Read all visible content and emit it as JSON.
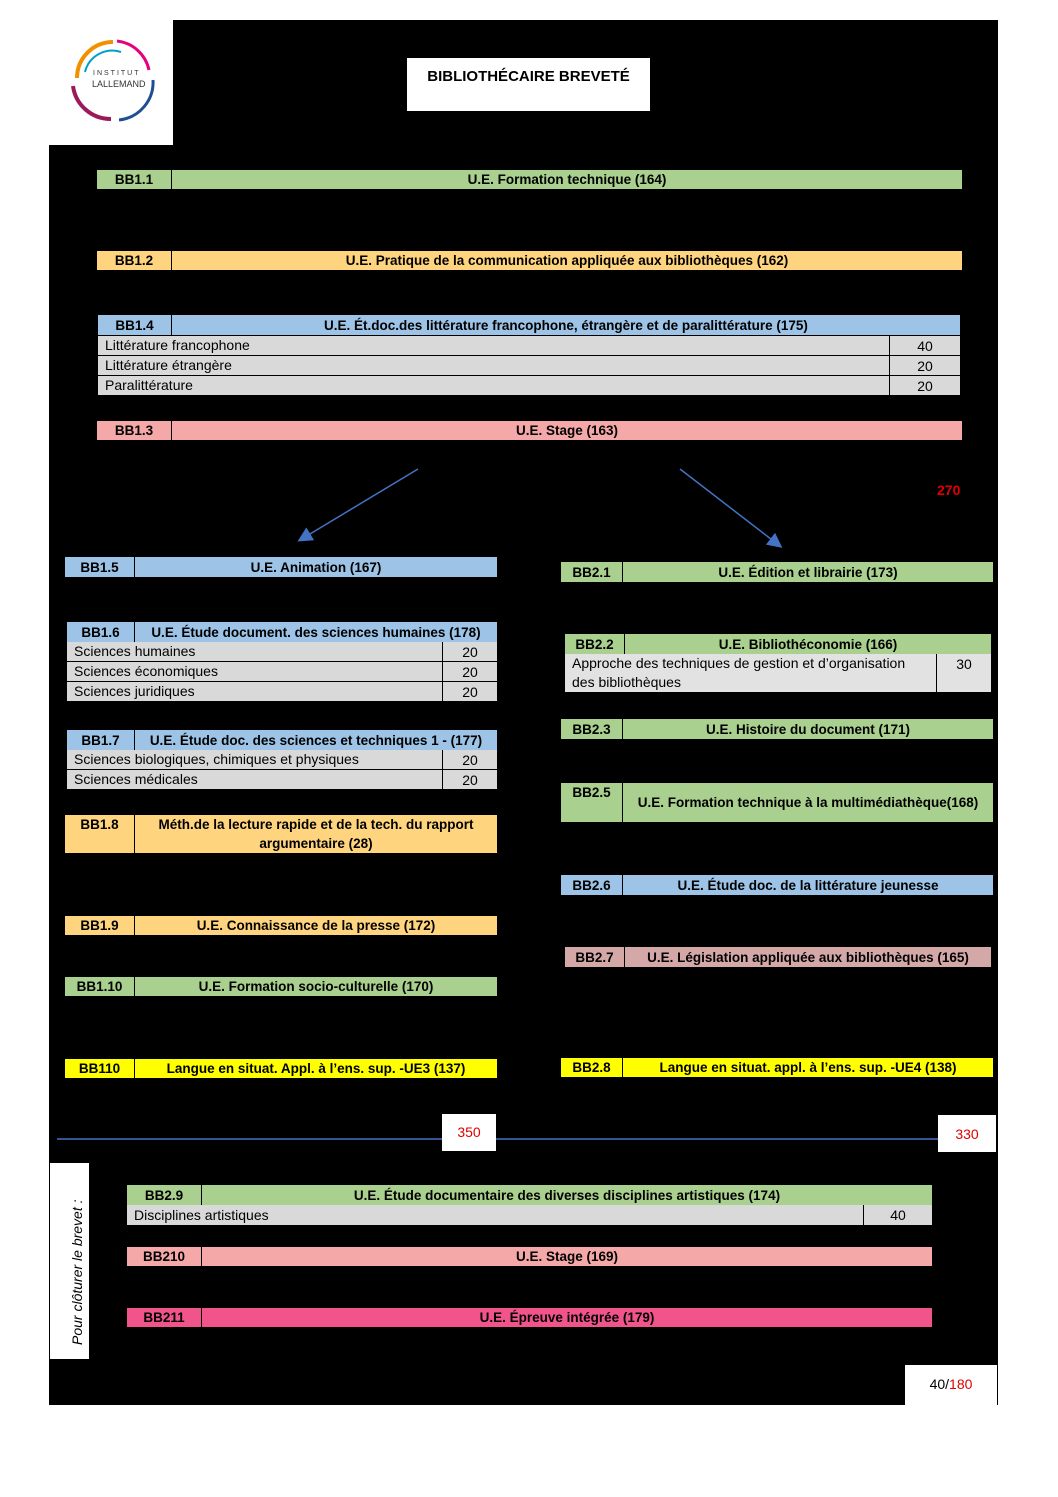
{
  "logo": {
    "line1": "INSTITUT",
    "line2": "LALLEMAND"
  },
  "page_title": "BIBLIOTHÉCAIRE BREVETÉ",
  "first_year": [
    {
      "code": "BB1.1",
      "title": "U.E. Formation technique (164)"
    },
    {
      "code": "BB1.2",
      "title": "U.E. Pratique de la communication appliquée aux bibliothèques (162)"
    },
    {
      "code": "BB1.4",
      "title": "U.E. Ét.doc.des littérature francophone, étrangère et de paralittérature (175)",
      "rows": [
        {
          "label": "Littérature francophone",
          "value": "40"
        },
        {
          "label": "Littérature étrangère",
          "value": "20"
        },
        {
          "label": "Paralittérature",
          "value": "20"
        }
      ]
    },
    {
      "code": "BB1.3",
      "title": "U.E. Stage (163)"
    }
  ],
  "total_mid": "270",
  "left_column": [
    {
      "code": "BB1.5",
      "title": "U.E. Animation (167)"
    },
    {
      "code": "BB1.6",
      "title": "U.E. Étude document. des sciences humaines (178)",
      "rows": [
        {
          "label": "Sciences humaines",
          "value": "20"
        },
        {
          "label": "Sciences économiques",
          "value": "20"
        },
        {
          "label": "Sciences juridiques",
          "value": "20"
        }
      ]
    },
    {
      "code": "BB1.7",
      "title": "U.E. Étude doc. des sciences et techniques 1 - (177)",
      "rows": [
        {
          "label": "Sciences biologiques, chimiques et physiques",
          "value": "20"
        },
        {
          "label": "Sciences médicales",
          "value": "20"
        }
      ]
    },
    {
      "code": "BB1.8",
      "title": "Méth.de la lecture rapide et de la tech. du rapport argumentaire (28)"
    },
    {
      "code": "BB1.9",
      "title": "U.E. Connaissance de la presse (172)"
    },
    {
      "code": "BB1.10",
      "title": "U.E. Formation socio-culturelle (170)"
    },
    {
      "code": "BB110",
      "title": "Langue en situat. Appl. à l’ens. sup. -UE3 (137)"
    }
  ],
  "right_column": [
    {
      "code": "BB2.1",
      "title": "U.E. Édition et librairie (173)"
    },
    {
      "code": "BB2.2",
      "title": "U.E. Bibliothéconomie (166)",
      "rows": [
        {
          "label": "Approche des techniques de gestion et d’organisation des bibliothèques",
          "value": "30"
        }
      ]
    },
    {
      "code": "BB2.3",
      "title": "U.E. Histoire du document (171)"
    },
    {
      "code": "BB2.5",
      "title": "U.E. Formation technique à la multimédiathèque(168)"
    },
    {
      "code": "BB2.6",
      "title": "U.E. Étude doc. de la littérature jeunesse"
    },
    {
      "code": "BB2.7",
      "title": "U.E. Législation appliquée aux bibliothèques (165)"
    },
    {
      "code": "BB2.8",
      "title": "Langue en situat. appl. à l’ens. sup. -UE4 (138)"
    }
  ],
  "total_left": "350",
  "total_right": "330",
  "closing_label": "Pour clôturer le brevet :",
  "closing": [
    {
      "code": "BB2.9",
      "title": "U.E. Étude documentaire des diverses disciplines artistiques (174)",
      "rows": [
        {
          "label": "Disciplines artistiques",
          "value": "40"
        }
      ]
    },
    {
      "code": "BB210",
      "title": "U.E. Stage (169)"
    },
    {
      "code": "BB211",
      "title": "U.E. Épreuve intégrée (179)"
    }
  ],
  "page_number": {
    "current": "40",
    "separator": "/",
    "total": "180"
  },
  "colors": {
    "green": "#a9d08e",
    "orange": "#ffd47f",
    "blue": "#9dc3e6",
    "pink": "#f4a8a8",
    "yellow": "#ffff00",
    "taupe": "#d5a8a8",
    "magenta": "#f0548a",
    "grey_row": "#d9d9d9",
    "arrow": "#4472c4",
    "total_red": "#e00000"
  }
}
